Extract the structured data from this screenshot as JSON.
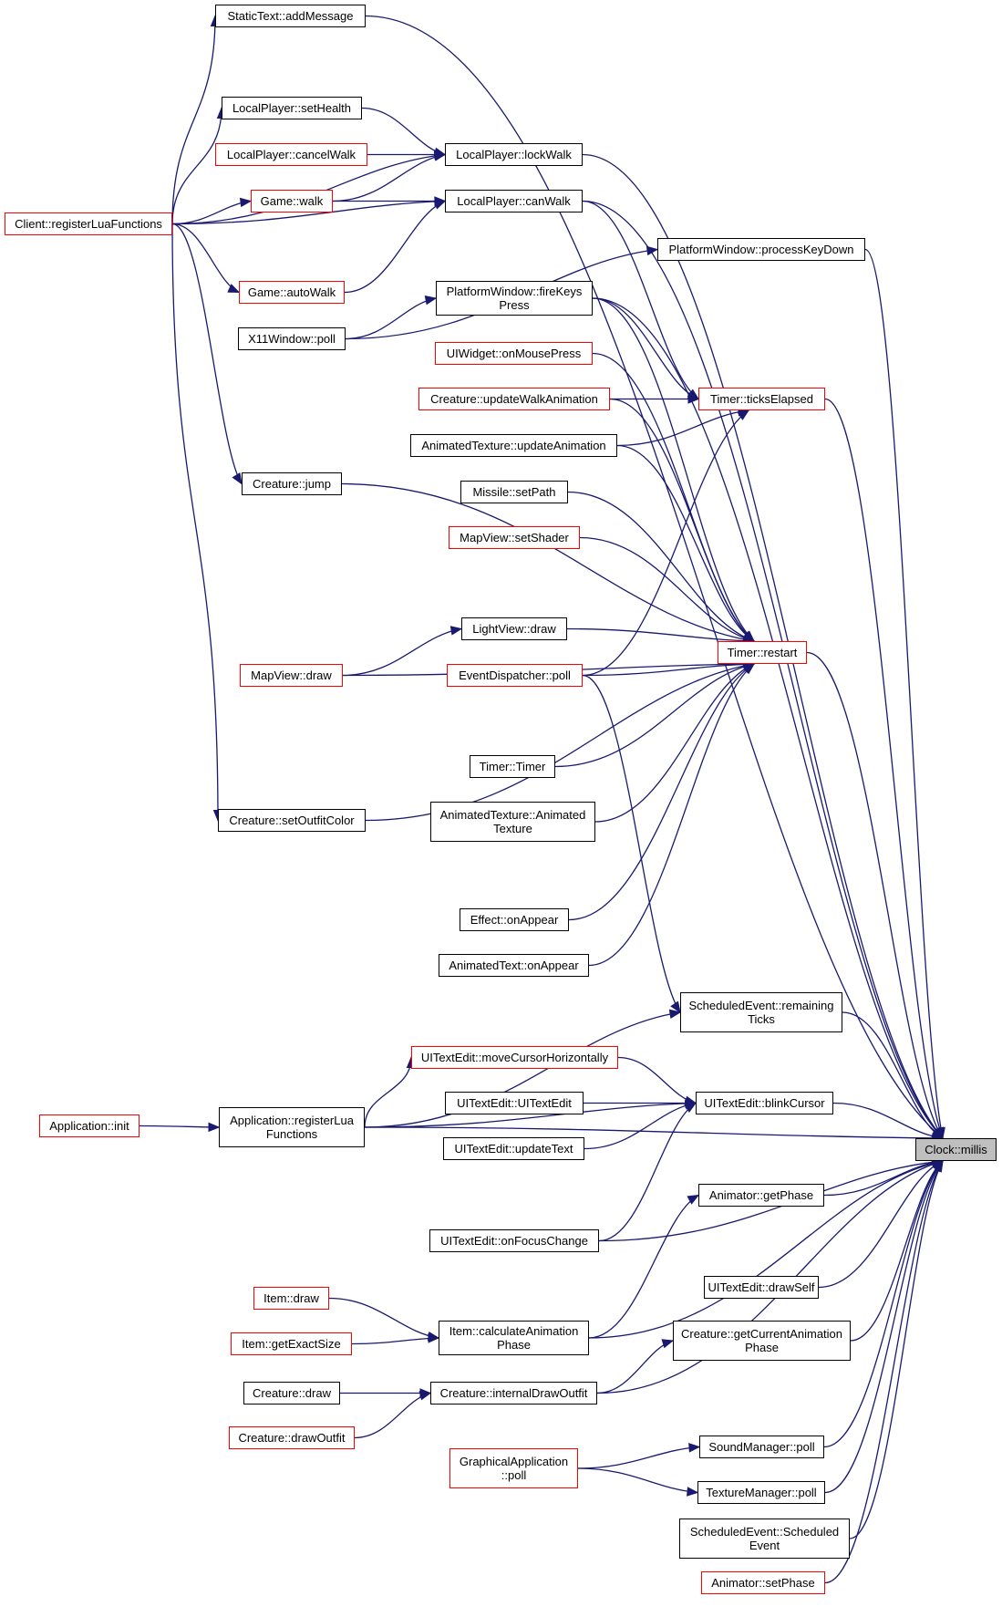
{
  "colors": {
    "edge": "#191970",
    "border_normal": "#000000",
    "border_truncated": "#ff0000",
    "focus_fill": "#bfbfbf"
  },
  "nodes": [
    {
      "id": "clock_millis",
      "lines": [
        "Clock::millis"
      ],
      "style": "focus"
    },
    {
      "id": "statictext_addmessage",
      "lines": [
        "StaticText::addMessage"
      ],
      "style": "normal"
    },
    {
      "id": "localplayer_sethealth",
      "lines": [
        "LocalPlayer::setHealth"
      ],
      "style": "normal"
    },
    {
      "id": "localplayer_cancelwalk",
      "lines": [
        "LocalPlayer::cancelWalk"
      ],
      "style": "truncated"
    },
    {
      "id": "localplayer_lockwalk",
      "lines": [
        "LocalPlayer::lockWalk"
      ],
      "style": "normal"
    },
    {
      "id": "game_walk",
      "lines": [
        "Game::walk"
      ],
      "style": "truncated"
    },
    {
      "id": "localplayer_canwalk",
      "lines": [
        "LocalPlayer::canWalk"
      ],
      "style": "normal"
    },
    {
      "id": "client_registerluafunctions",
      "lines": [
        "Client::registerLuaFunctions"
      ],
      "style": "truncated"
    },
    {
      "id": "platformwindow_processkeydown",
      "lines": [
        "PlatformWindow::processKeyDown"
      ],
      "style": "normal"
    },
    {
      "id": "game_autowalk",
      "lines": [
        "Game::autoWalk"
      ],
      "style": "truncated"
    },
    {
      "id": "platformwindow_firekeyspress",
      "lines": [
        "PlatformWindow::fireKeys",
        "Press"
      ],
      "style": "normal"
    },
    {
      "id": "x11window_poll",
      "lines": [
        "X11Window::poll"
      ],
      "style": "normal"
    },
    {
      "id": "uiwidget_onmousepress",
      "lines": [
        "UIWidget::onMousePress"
      ],
      "style": "truncated"
    },
    {
      "id": "creature_updatewalkanimation",
      "lines": [
        "Creature::updateWalkAnimation"
      ],
      "style": "truncated"
    },
    {
      "id": "timer_tickselapsed",
      "lines": [
        "Timer::ticksElapsed"
      ],
      "style": "truncated"
    },
    {
      "id": "animatedtexture_updateanimation",
      "lines": [
        "AnimatedTexture::updateAnimation"
      ],
      "style": "normal"
    },
    {
      "id": "creature_jump",
      "lines": [
        "Creature::jump"
      ],
      "style": "normal"
    },
    {
      "id": "missile_setpath",
      "lines": [
        "Missile::setPath"
      ],
      "style": "normal"
    },
    {
      "id": "mapview_setshader",
      "lines": [
        "MapView::setShader"
      ],
      "style": "truncated"
    },
    {
      "id": "lightview_draw",
      "lines": [
        "LightView::draw"
      ],
      "style": "normal"
    },
    {
      "id": "timer_restart",
      "lines": [
        "Timer::restart"
      ],
      "style": "truncated"
    },
    {
      "id": "mapview_draw",
      "lines": [
        "MapView::draw"
      ],
      "style": "truncated"
    },
    {
      "id": "eventdispatcher_poll",
      "lines": [
        "EventDispatcher::poll"
      ],
      "style": "truncated"
    },
    {
      "id": "timer_timer",
      "lines": [
        "Timer::Timer"
      ],
      "style": "normal"
    },
    {
      "id": "animatedtexture_animatedtexture",
      "lines": [
        "AnimatedTexture::Animated",
        "Texture"
      ],
      "style": "normal"
    },
    {
      "id": "creature_setoutfitcolor",
      "lines": [
        "Creature::setOutfitColor"
      ],
      "style": "normal"
    },
    {
      "id": "effect_onappear",
      "lines": [
        "Effect::onAppear"
      ],
      "style": "normal"
    },
    {
      "id": "animatedtext_onappear",
      "lines": [
        "AnimatedText::onAppear"
      ],
      "style": "normal"
    },
    {
      "id": "scheduledevent_remainingticks",
      "lines": [
        "ScheduledEvent::remaining",
        "Ticks"
      ],
      "style": "normal"
    },
    {
      "id": "uitextedit_movecursorhorizontally",
      "lines": [
        "UITextEdit::moveCursorHorizontally"
      ],
      "style": "truncated"
    },
    {
      "id": "uitextedit_uitextedit",
      "lines": [
        "UITextEdit::UITextEdit"
      ],
      "style": "normal"
    },
    {
      "id": "uitextedit_blinkcursor",
      "lines": [
        "UITextEdit::blinkCursor"
      ],
      "style": "normal"
    },
    {
      "id": "application_init",
      "lines": [
        "Application::init"
      ],
      "style": "truncated"
    },
    {
      "id": "application_registerluafunctions",
      "lines": [
        "Application::registerLua",
        "Functions"
      ],
      "style": "normal"
    },
    {
      "id": "uitextedit_updatetext",
      "lines": [
        "UITextEdit::updateText"
      ],
      "style": "normal"
    },
    {
      "id": "animator_getphase",
      "lines": [
        "Animator::getPhase"
      ],
      "style": "normal"
    },
    {
      "id": "uitextedit_onfocuschange",
      "lines": [
        "UITextEdit::onFocusChange"
      ],
      "style": "normal"
    },
    {
      "id": "uitextedit_drawself",
      "lines": [
        "UITextEdit::drawSelf"
      ],
      "style": "normal"
    },
    {
      "id": "item_draw",
      "lines": [
        "Item::draw"
      ],
      "style": "truncated"
    },
    {
      "id": "item_calculateanimationphase",
      "lines": [
        "Item::calculateAnimation",
        "Phase"
      ],
      "style": "normal"
    },
    {
      "id": "item_getexactsize",
      "lines": [
        "Item::getExactSize"
      ],
      "style": "truncated"
    },
    {
      "id": "creature_getcurrentanimationphase",
      "lines": [
        "Creature::getCurrentAnimation",
        "Phase"
      ],
      "style": "normal"
    },
    {
      "id": "creature_draw",
      "lines": [
        "Creature::draw"
      ],
      "style": "normal"
    },
    {
      "id": "creature_internaldrawoutfit",
      "lines": [
        "Creature::internalDrawOutfit"
      ],
      "style": "normal"
    },
    {
      "id": "creature_drawoutfit",
      "lines": [
        "Creature::drawOutfit"
      ],
      "style": "truncated"
    },
    {
      "id": "soundmanager_poll",
      "lines": [
        "SoundManager::poll"
      ],
      "style": "normal"
    },
    {
      "id": "graphicalapplication_poll",
      "lines": [
        "GraphicalApplication",
        "::poll"
      ],
      "style": "truncated"
    },
    {
      "id": "texturemanager_poll",
      "lines": [
        "TextureManager::poll"
      ],
      "style": "normal"
    },
    {
      "id": "scheduledevent_scheduledevent",
      "lines": [
        "ScheduledEvent::Scheduled",
        "Event"
      ],
      "style": "normal"
    },
    {
      "id": "animator_setphase",
      "lines": [
        "Animator::setPhase"
      ],
      "style": "truncated"
    }
  ],
  "edges": [
    [
      "statictext_addmessage",
      "clock_millis"
    ],
    [
      "localplayer_lockwalk",
      "clock_millis"
    ],
    [
      "localplayer_canwalk",
      "clock_millis"
    ],
    [
      "platformwindow_processkeydown",
      "clock_millis"
    ],
    [
      "platformwindow_firekeyspress",
      "clock_millis"
    ],
    [
      "timer_tickselapsed",
      "clock_millis"
    ],
    [
      "timer_restart",
      "clock_millis"
    ],
    [
      "scheduledevent_remainingticks",
      "clock_millis"
    ],
    [
      "uitextedit_blinkcursor",
      "clock_millis"
    ],
    [
      "uitextedit_onfocuschange",
      "clock_millis"
    ],
    [
      "animator_getphase",
      "clock_millis"
    ],
    [
      "uitextedit_drawself",
      "clock_millis"
    ],
    [
      "item_calculateanimationphase",
      "clock_millis"
    ],
    [
      "creature_getcurrentanimationphase",
      "clock_millis"
    ],
    [
      "creature_internaldrawoutfit",
      "clock_millis"
    ],
    [
      "soundmanager_poll",
      "clock_millis"
    ],
    [
      "texturemanager_poll",
      "clock_millis"
    ],
    [
      "scheduledevent_scheduledevent",
      "clock_millis"
    ],
    [
      "animator_setphase",
      "clock_millis"
    ],
    [
      "client_registerluafunctions",
      "statictext_addmessage"
    ],
    [
      "client_registerluafunctions",
      "localplayer_sethealth"
    ],
    [
      "client_registerluafunctions",
      "localplayer_lockwalk"
    ],
    [
      "client_registerluafunctions",
      "game_walk"
    ],
    [
      "client_registerluafunctions",
      "localplayer_canwalk"
    ],
    [
      "client_registerluafunctions",
      "game_autowalk"
    ],
    [
      "client_registerluafunctions",
      "creature_jump"
    ],
    [
      "client_registerluafunctions",
      "creature_setoutfitcolor"
    ],
    [
      "localplayer_sethealth",
      "localplayer_lockwalk"
    ],
    [
      "localplayer_cancelwalk",
      "localplayer_lockwalk"
    ],
    [
      "game_walk",
      "localplayer_lockwalk"
    ],
    [
      "game_walk",
      "localplayer_canwalk"
    ],
    [
      "game_autowalk",
      "localplayer_canwalk"
    ],
    [
      "localplayer_canwalk",
      "timer_tickselapsed"
    ],
    [
      "x11window_poll",
      "platformwindow_processkeydown"
    ],
    [
      "x11window_poll",
      "platformwindow_firekeyspress"
    ],
    [
      "platformwindow_firekeyspress",
      "timer_tickselapsed"
    ],
    [
      "platformwindow_firekeyspress",
      "timer_restart"
    ],
    [
      "uiwidget_onmousepress",
      "timer_restart"
    ],
    [
      "creature_updatewalkanimation",
      "timer_tickselapsed"
    ],
    [
      "creature_updatewalkanimation",
      "timer_restart"
    ],
    [
      "animatedtexture_updateanimation",
      "timer_tickselapsed"
    ],
    [
      "animatedtexture_updateanimation",
      "timer_restart"
    ],
    [
      "creature_jump",
      "timer_restart"
    ],
    [
      "missile_setpath",
      "timer_restart"
    ],
    [
      "mapview_setshader",
      "timer_restart"
    ],
    [
      "lightview_draw",
      "timer_restart"
    ],
    [
      "mapview_draw",
      "lightview_draw"
    ],
    [
      "mapview_draw",
      "timer_restart"
    ],
    [
      "eventdispatcher_poll",
      "timer_tickselapsed"
    ],
    [
      "eventdispatcher_poll",
      "timer_restart"
    ],
    [
      "eventdispatcher_poll",
      "scheduledevent_remainingticks"
    ],
    [
      "timer_timer",
      "timer_restart"
    ],
    [
      "animatedtexture_animatedtexture",
      "timer_restart"
    ],
    [
      "creature_setoutfitcolor",
      "timer_restart"
    ],
    [
      "effect_onappear",
      "timer_restart"
    ],
    [
      "animatedtext_onappear",
      "timer_restart"
    ],
    [
      "application_init",
      "application_registerluafunctions"
    ],
    [
      "application_registerluafunctions",
      "scheduledevent_remainingticks"
    ],
    [
      "application_registerluafunctions",
      "uitextedit_movecursorhorizontally"
    ],
    [
      "application_registerluafunctions",
      "uitextedit_blinkcursor"
    ],
    [
      "application_registerluafunctions",
      "clock_millis"
    ],
    [
      "uitextedit_movecursorhorizontally",
      "uitextedit_blinkcursor"
    ],
    [
      "uitextedit_uitextedit",
      "uitextedit_blinkcursor"
    ],
    [
      "uitextedit_updatetext",
      "uitextedit_blinkcursor"
    ],
    [
      "uitextedit_onfocuschange",
      "uitextedit_blinkcursor"
    ],
    [
      "item_calculateanimationphase",
      "animator_getphase"
    ],
    [
      "item_draw",
      "item_calculateanimationphase"
    ],
    [
      "item_getexactsize",
      "item_calculateanimationphase"
    ],
    [
      "creature_internaldrawoutfit",
      "creature_getcurrentanimationphase"
    ],
    [
      "creature_draw",
      "creature_internaldrawoutfit"
    ],
    [
      "creature_drawoutfit",
      "creature_internaldrawoutfit"
    ],
    [
      "graphicalapplication_poll",
      "soundmanager_poll"
    ],
    [
      "graphicalapplication_poll",
      "texturemanager_poll"
    ]
  ]
}
